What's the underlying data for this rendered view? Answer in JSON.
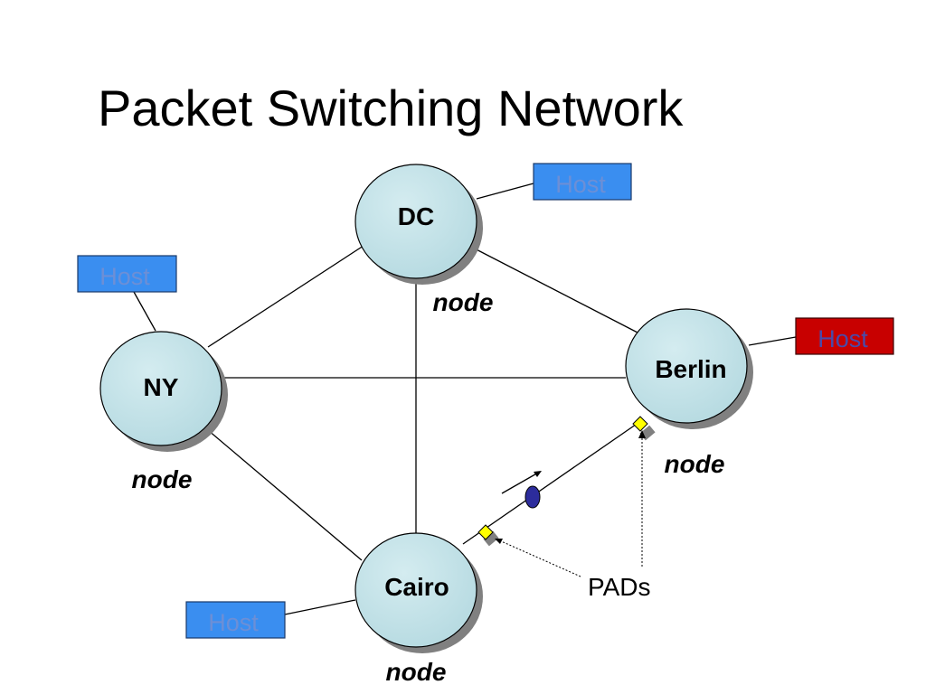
{
  "title": "Packet Switching Network",
  "nodes": {
    "dc": "DC",
    "ny": "NY",
    "berlin": "Berlin",
    "cairo": "Cairo"
  },
  "node_caption": "node",
  "host_label": "Host",
  "pads_label": "PADs",
  "colors": {
    "node_fill": "#bfe0e6",
    "host_blue": "#3a8ef0",
    "host_red": "#c80000",
    "host_text_blue": "#6c8fd6",
    "host_text_red": "#4a4aa8",
    "pad_fill": "#ffff00",
    "packet_fill": "#2c2c9c"
  }
}
